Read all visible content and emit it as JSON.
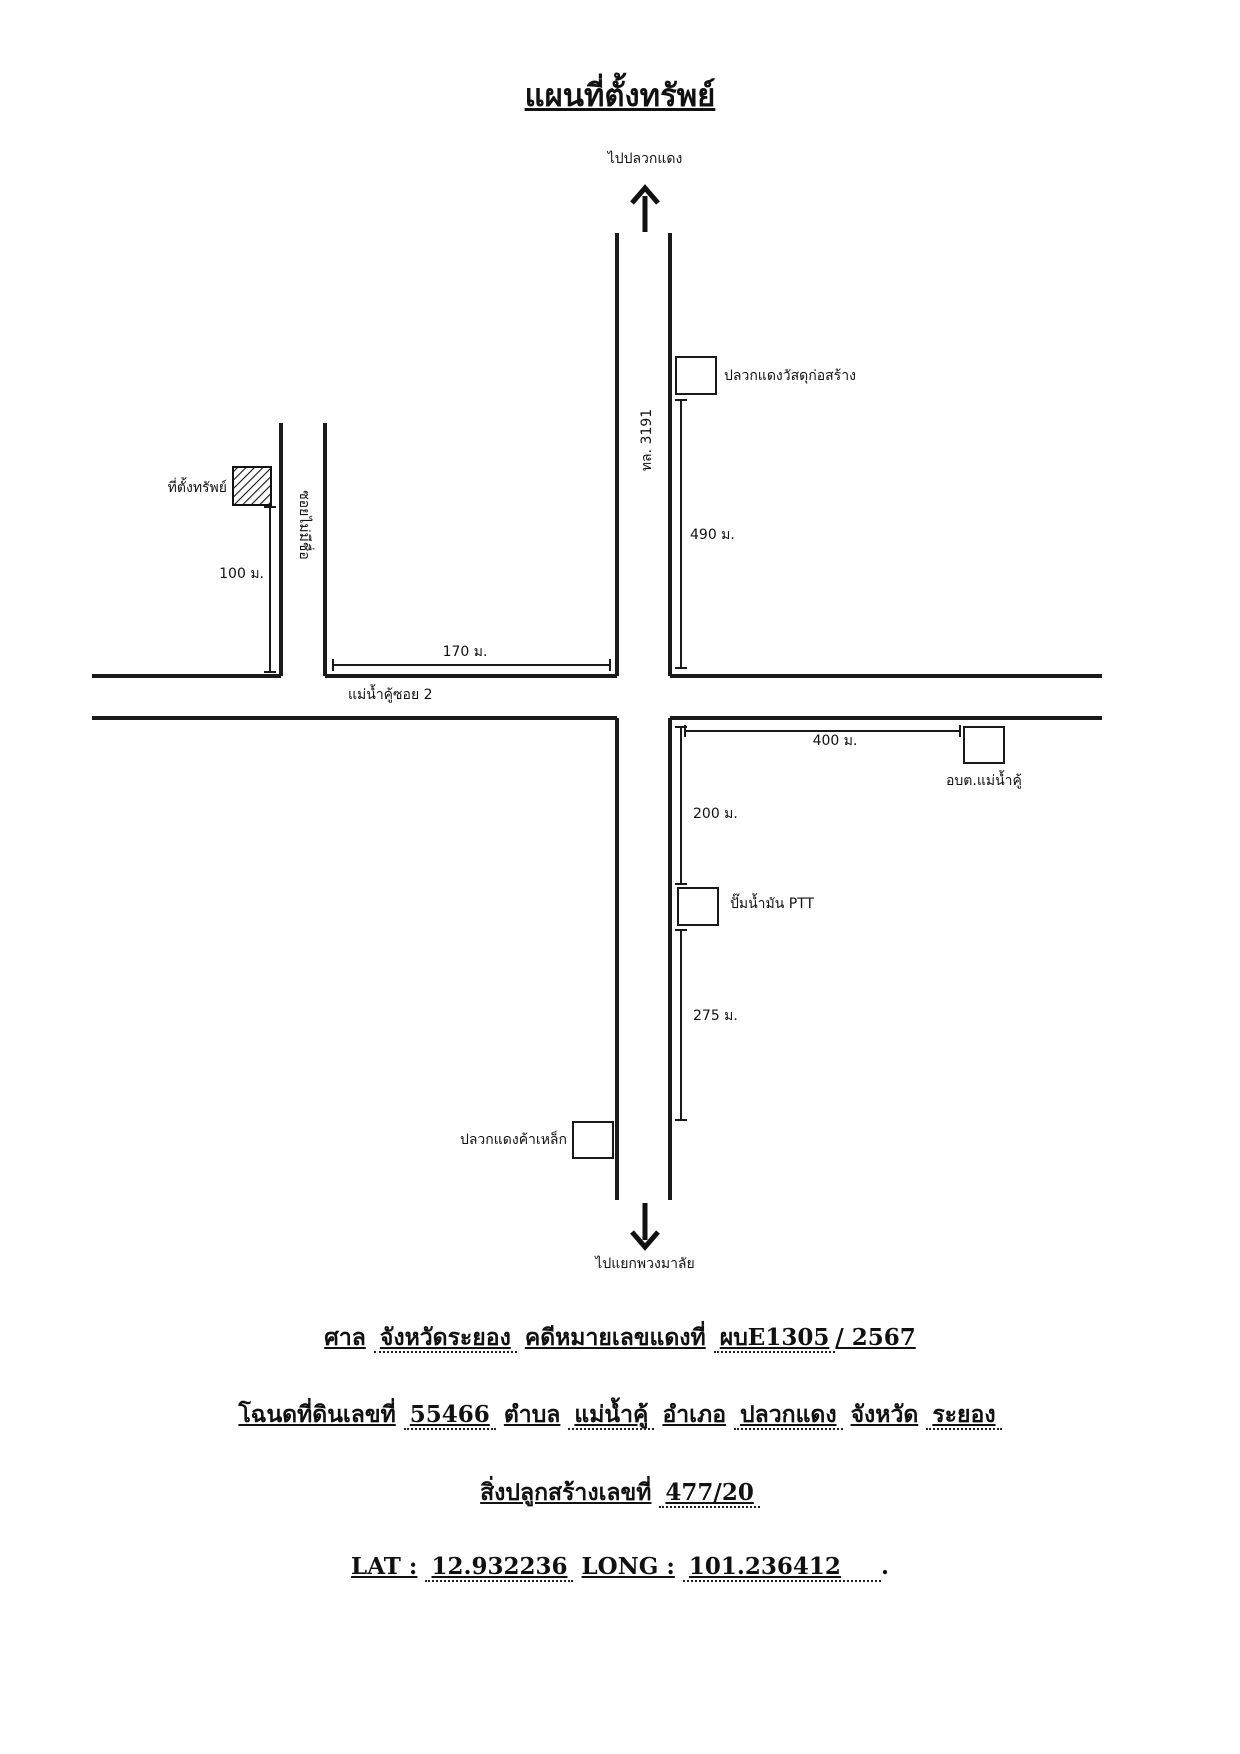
{
  "title": "แผนที่ตั้งทรัพย์",
  "map": {
    "north_label": "ไปปลวกแดง",
    "south_label": "ไปแยกพวงมาลัย",
    "main_road_label": "ทล. 3191",
    "side_road_label": "ซอยไม่มีชื่อ",
    "cross_road_label": "แม่น้ำคู้ซอย 2",
    "property_label": "ที่ตั้งทรัพย์",
    "landmarks": {
      "construction_store": "ปลวกแดงวัสดุก่อสร้าง",
      "tambon_office": "อบต.แม่น้ำคู้",
      "gas_station": "ปั๊มน้ำมัน PTT",
      "steel_store": "ปลวกแดงค้าเหล็ก"
    },
    "distances": {
      "property_to_road": "100 ม.",
      "side_to_main": "170 ม.",
      "to_construction_store": "490 ม.",
      "to_tambon_office": "400 ม.",
      "to_gas_station": "200 ม.",
      "gas_to_steel_store": "275 ม."
    }
  },
  "footer": {
    "line1": {
      "court_label": "ศาล",
      "court_value": "จังหวัดระยอง",
      "case_label": "คดีหมายเลขแดงที่",
      "case_value": "ผบE1305",
      "case_year": "/ 2567"
    },
    "line2": {
      "deed_label": "โฉนดที่ดินเลขที่",
      "deed_value": "55466",
      "tambon_label": "ตำบล",
      "tambon_value": "แม่น้ำคู้",
      "amphoe_label": "อำเภอ",
      "amphoe_value": "ปลวกแดง",
      "province_label": "จังหวัด",
      "province_value": "ระยอง"
    },
    "line3": {
      "building_label": "สิ่งปลูกสร้างเลขที่",
      "building_value": "477/20"
    },
    "line4": {
      "lat_label": "LAT :",
      "lat_value": "12.932236",
      "long_label": "LONG :",
      "long_value": "101.236412",
      "trailing": "."
    }
  }
}
